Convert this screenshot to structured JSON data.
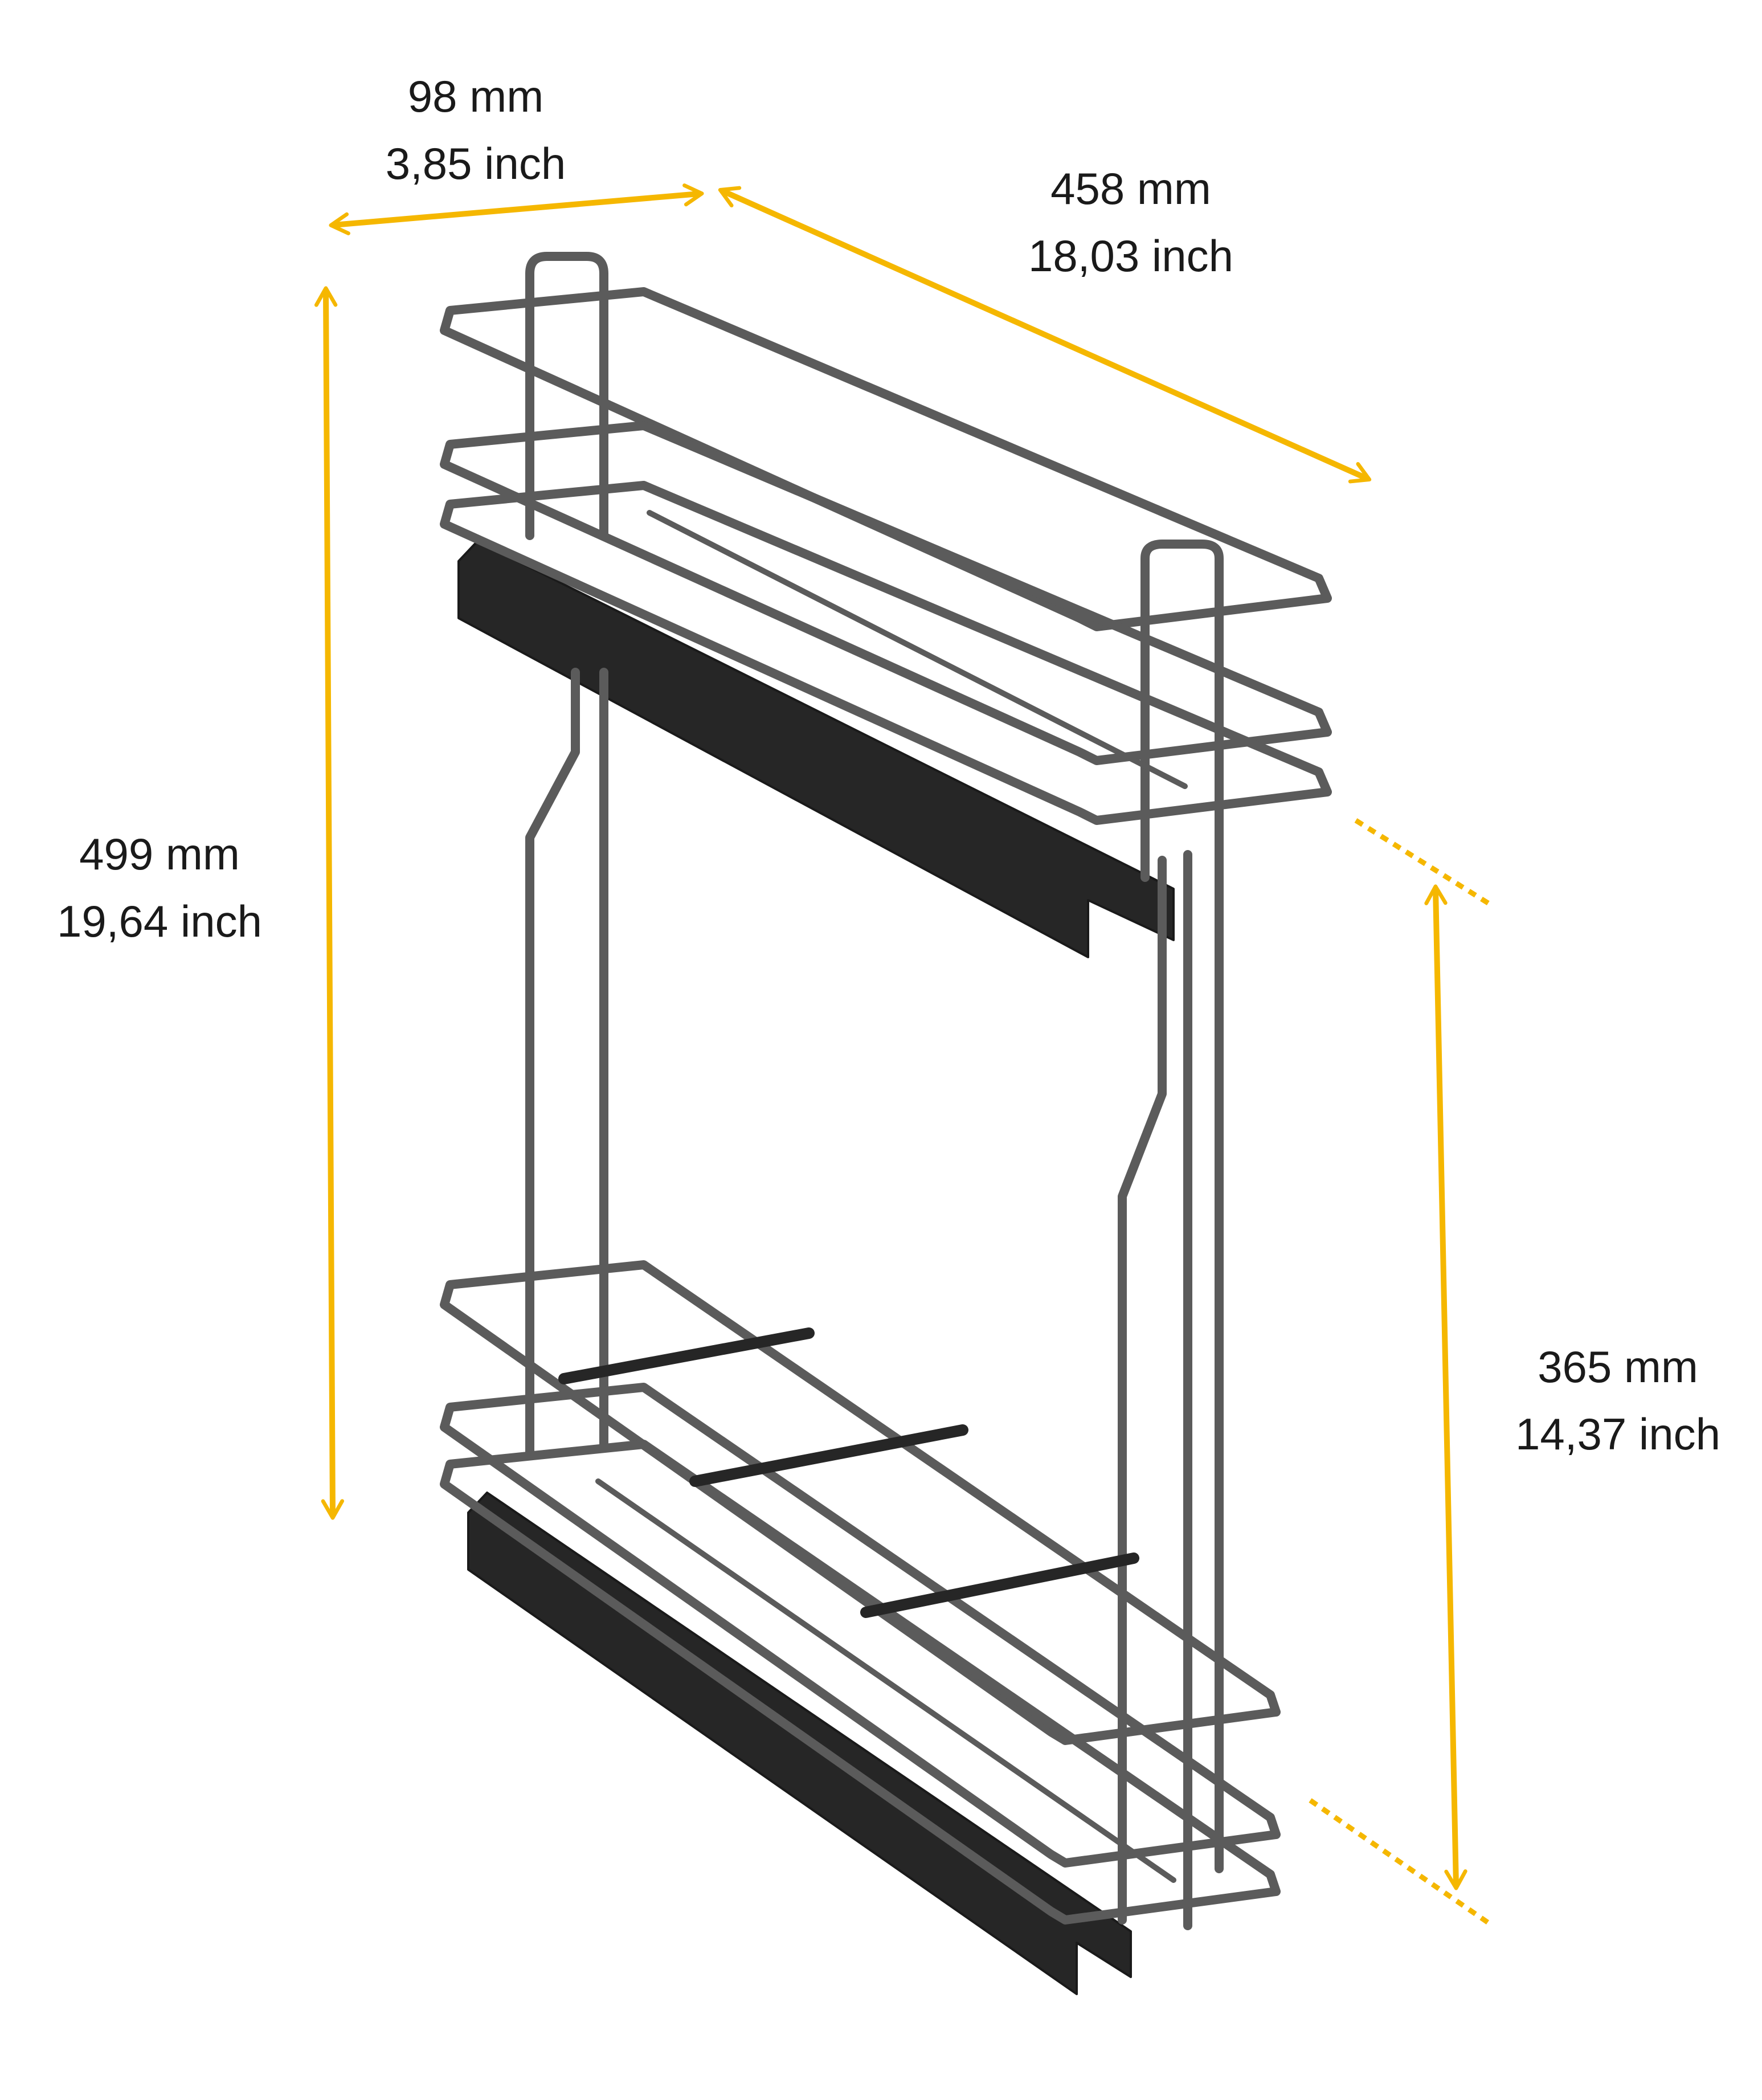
{
  "colors": {
    "arrow": "#F5B700",
    "wire": "#5b5b5b",
    "wire_dark": "#3a3a3a",
    "rail": "#262626",
    "background": "#ffffff"
  },
  "dimensions": {
    "width": {
      "mm": "98 mm",
      "inch": "3,85 inch"
    },
    "depth": {
      "mm": "458 mm",
      "inch": "18,03 inch"
    },
    "height": {
      "mm": "499 mm",
      "inch": "19,64 inch"
    },
    "shelf_gap": {
      "mm": "365 mm",
      "inch": "14,37 inch"
    }
  },
  "icons": {
    "product": "wire-pullout-basket-icon"
  }
}
